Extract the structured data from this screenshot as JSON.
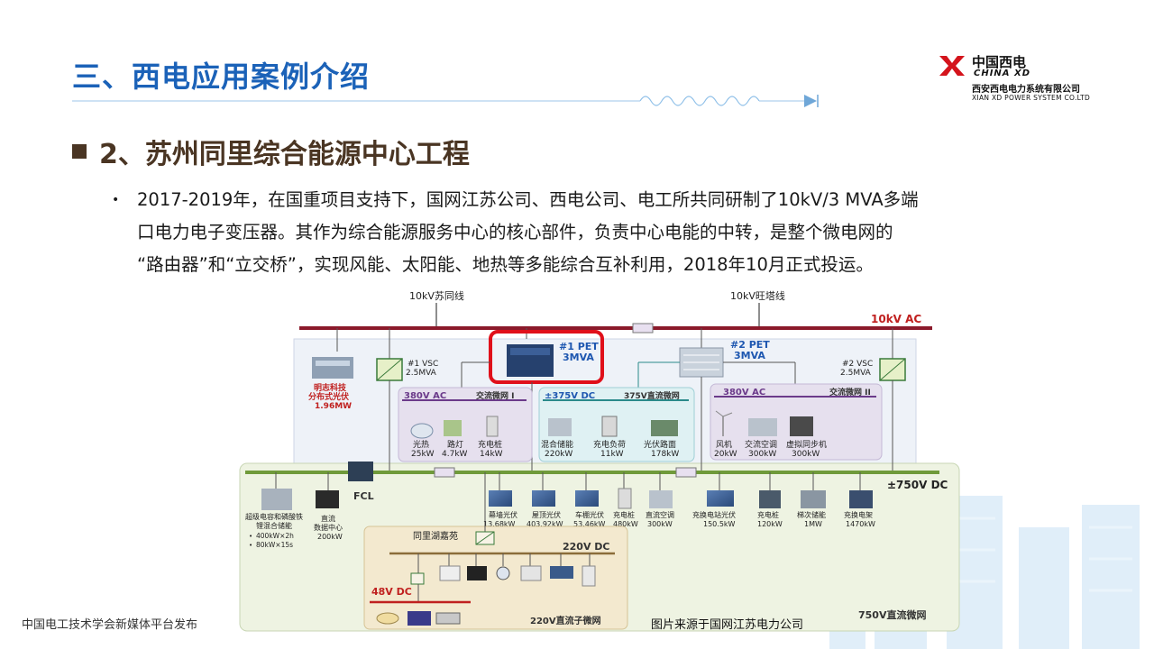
{
  "header": {
    "section_title": "三、西电应用案例介绍"
  },
  "logo": {
    "cn_name": "中国西电",
    "en_name": "CHINA XD",
    "company_cn": "西安西电电力系统有限公司",
    "company_en": "XIAN XD POWER SYSTEM CO.LTD"
  },
  "subtitle": "2、苏州同里综合能源中心工程",
  "paragraph": {
    "line1": "2017-2019年，在国重项目支持下，国网江苏公司、西电公司、电工所共同研制了10kV/3 MVA多端",
    "line2": "口电力电子变压器。其作为综合能源服务中心的核心部件，负责中心电能的中转，是整个微电网的",
    "line3": "“路由器”和“立交桥”，实现风能、太阳能、地热等多能综合互补利用，2018年10月正式投运。"
  },
  "diagram": {
    "feeder1": "10kV苏同线",
    "feeder2": "10kV旺塔线",
    "ac_bus": "10kV AC",
    "pet1": "#1 PET",
    "pet1_cap": "3MVA",
    "pet2": "#2 PET",
    "pet2_cap": "3MVA",
    "vsc1": "#1 VSC",
    "vsc1_cap": "2.5MVA",
    "vsc2": "#2 VSC",
    "vsc2_cap": "2.5MVA",
    "mingzhi_1": "明志科技",
    "mingzhi_2": "分布式光伏",
    "mingzhi_3": "1.96MW",
    "ac380_1": "380V AC",
    "acgrid1": "交流微网 I",
    "dc375": "±375V DC",
    "dcgrid375": "375V直流微网",
    "ac380_2": "380V AC",
    "acgrid2": "交流微网 II",
    "g1_items": [
      {
        "name": "光热",
        "val": "25kW"
      },
      {
        "name": "路灯",
        "val": "4.7kW"
      },
      {
        "name": "充电桩",
        "val": "14kW"
      }
    ],
    "g2_items": [
      {
        "name": "混合储能",
        "val": "220kW"
      },
      {
        "name": "充电负荷",
        "val": "11kW"
      },
      {
        "name": "光伏路面",
        "val": "178kW"
      }
    ],
    "g3_items": [
      {
        "name": "风机",
        "val": "20kW"
      },
      {
        "name": "交流空调",
        "val": "300kW"
      },
      {
        "name": "虚拟同步机",
        "val": "300kW"
      }
    ],
    "dc750": "±750V DC",
    "fcl": "FCL",
    "storage_1": "超级电容和磷酸铁",
    "storage_2": "锂混合储能",
    "storage_3": "400kW×2h",
    "storage_4": "80kW×15s",
    "datacenter_1": "直流",
    "datacenter_2": "数据中心",
    "datacenter_3": "200kW",
    "dc_items": [
      {
        "name": "幕墙光伏",
        "val": "13.68kW"
      },
      {
        "name": "屋顶光伏",
        "val": "403.92kW"
      },
      {
        "name": "车棚光伏",
        "val": "53.46kW"
      },
      {
        "name": "充电桩",
        "val": "480kW"
      },
      {
        "name": "直流空调",
        "val": "300kW"
      },
      {
        "name": "充换电站光伏",
        "val": "150.5kW"
      },
      {
        "name": "充电桩",
        "val": "120kW"
      },
      {
        "name": "梯次储能",
        "val": "1MW"
      },
      {
        "name": "充换电架",
        "val": "1470kW"
      }
    ],
    "tongli": "同里湖嘉苑",
    "dc220": "220V DC",
    "dc48": "48V DC",
    "subgrid220": "220V直流子微网",
    "grid750": "750V直流微网"
  },
  "footer": {
    "left": "中国电工技术学会新媒体平台发布",
    "right": "图片来源于国网江苏电力公司"
  },
  "colors": {
    "title_blue": "#1b62b8",
    "subtitle_brown": "#4a3523",
    "ac_bus": "#8b1a2b",
    "dc_bus": "#6f9a3a",
    "highlight_red": "#e0101a",
    "label_blue": "#1e57b0"
  }
}
